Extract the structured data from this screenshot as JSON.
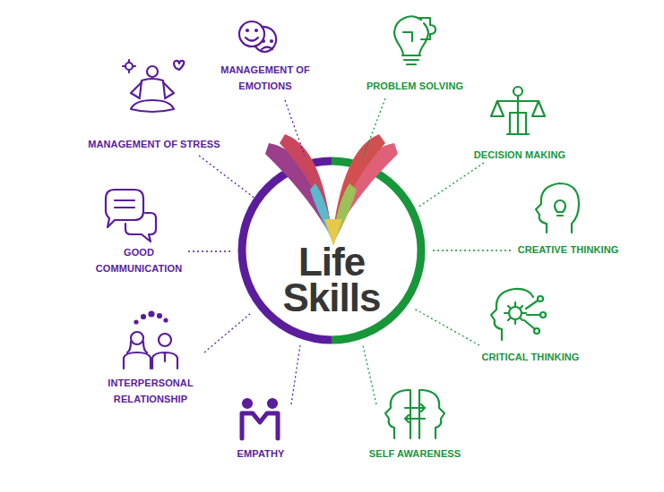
{
  "diagram": {
    "nodes": [
      {
        "text": [
          "Life Skills"
        ]
      }
    ],
    "labels": [
      "MANAGEMENT OF EMOTIONS",
      "PROBLEM SOLVING",
      "DECISION MAKING",
      "CREATIVE THINKING",
      "CRITICAL THINKING",
      "SELF AWARENESS",
      "EMPATHY",
      "INTERPERSONAL RELATIONSHIP",
      "GOOD COMMUNICATION",
      "MANAGEMENT OF STRESS"
    ]
  }
}
